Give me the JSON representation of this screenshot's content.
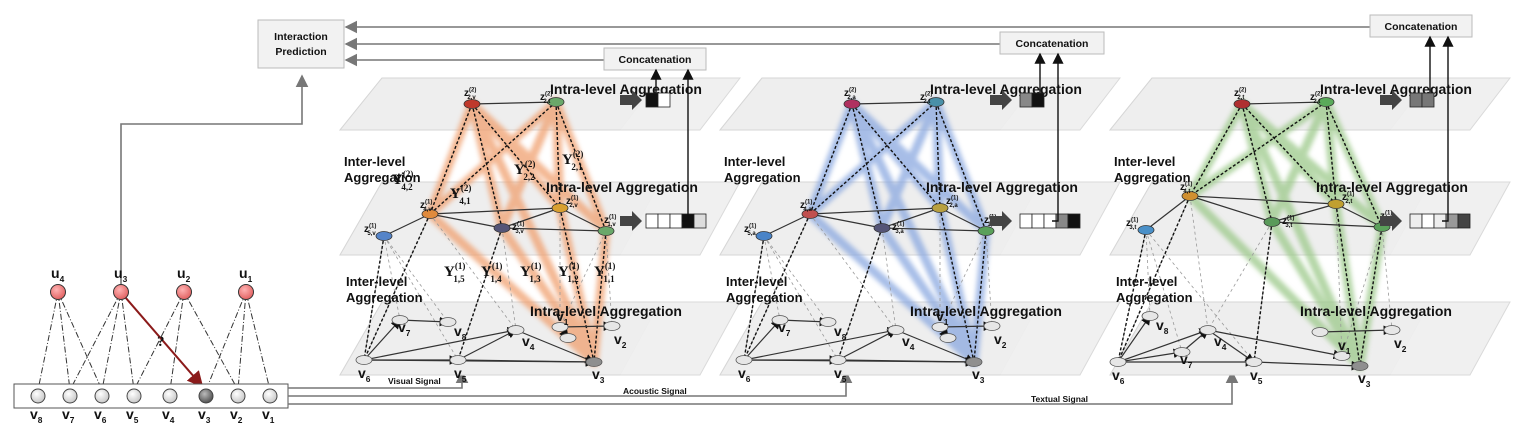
{
  "boxes": {
    "interaction_line1": "Interaction",
    "interaction_line2": "Prediction",
    "concat": "Concatenation"
  },
  "labels": {
    "intra": "Intra-level Aggregation",
    "inter_line1": "Inter-level",
    "inter_line2": "Aggregation"
  },
  "signals": {
    "visual": "Visual Signal",
    "acoustic": "Acoustic Signal",
    "textual": "Textual Signal"
  },
  "gamma": {
    "base": "Υ",
    "sup1": "(1)",
    "sup2": "(2)",
    "g42": "4,2",
    "g41": "4,1",
    "g22": "2,2",
    "g21": "2,1",
    "g15": "1,5",
    "g14": "1,4",
    "g13": "1,3",
    "g12": "1,2",
    "g11": "1,1"
  },
  "z": {
    "base": "z",
    "sup1": "(1)",
    "sup2": "(2)",
    "v": {
      "top1": "2,v",
      "top2": "2,t",
      "m1": "4,v",
      "m2": "3,v",
      "m3": "2,v",
      "m4": "5,v",
      "m5": "1,v"
    },
    "a": {
      "top1": "2,a",
      "top2": "2,t",
      "m1": "4,a",
      "m2": "3,a",
      "m3": "2,a",
      "m4": "5,a",
      "m5": "1,a"
    },
    "t": {
      "top1": "2,t",
      "top2": "2,t",
      "m1": "4,t",
      "m2": "3,t",
      "m3": "2,t",
      "m4": "3,t",
      "m5": "1,t"
    }
  },
  "users": [
    {
      "base": "u",
      "sub": "4"
    },
    {
      "base": "u",
      "sub": "3"
    },
    {
      "base": "u",
      "sub": "2"
    },
    {
      "base": "u",
      "sub": "1"
    }
  ],
  "items": [
    {
      "base": "v",
      "sub": "8"
    },
    {
      "base": "v",
      "sub": "7"
    },
    {
      "base": "v",
      "sub": "6"
    },
    {
      "base": "v",
      "sub": "5"
    },
    {
      "base": "v",
      "sub": "4"
    },
    {
      "base": "v",
      "sub": "3"
    },
    {
      "base": "v",
      "sub": "2"
    },
    {
      "base": "v",
      "sub": "1"
    }
  ],
  "bottom_nodes": {
    "v1": {
      "base": "v",
      "sub": "1"
    },
    "v2": {
      "base": "v",
      "sub": "2"
    },
    "v3": {
      "base": "v",
      "sub": "3"
    },
    "v4": {
      "base": "v",
      "sub": "4"
    },
    "v5": {
      "base": "v",
      "sub": "5"
    },
    "v6": {
      "base": "v",
      "sub": "6"
    },
    "v7": {
      "base": "v",
      "sub": "7"
    },
    "v8": {
      "base": "v",
      "sub": "8"
    }
  },
  "question_mark": "?",
  "colors": {
    "visual_glow": "#f0a070",
    "acoustic_glow": "#8aa8e0",
    "textual_glow": "#9cc98a",
    "user_node": "#f08080",
    "link_red": "#8b1a1a",
    "plane_fill": "#eeeeee",
    "box_fill": "#f2f2f2"
  }
}
